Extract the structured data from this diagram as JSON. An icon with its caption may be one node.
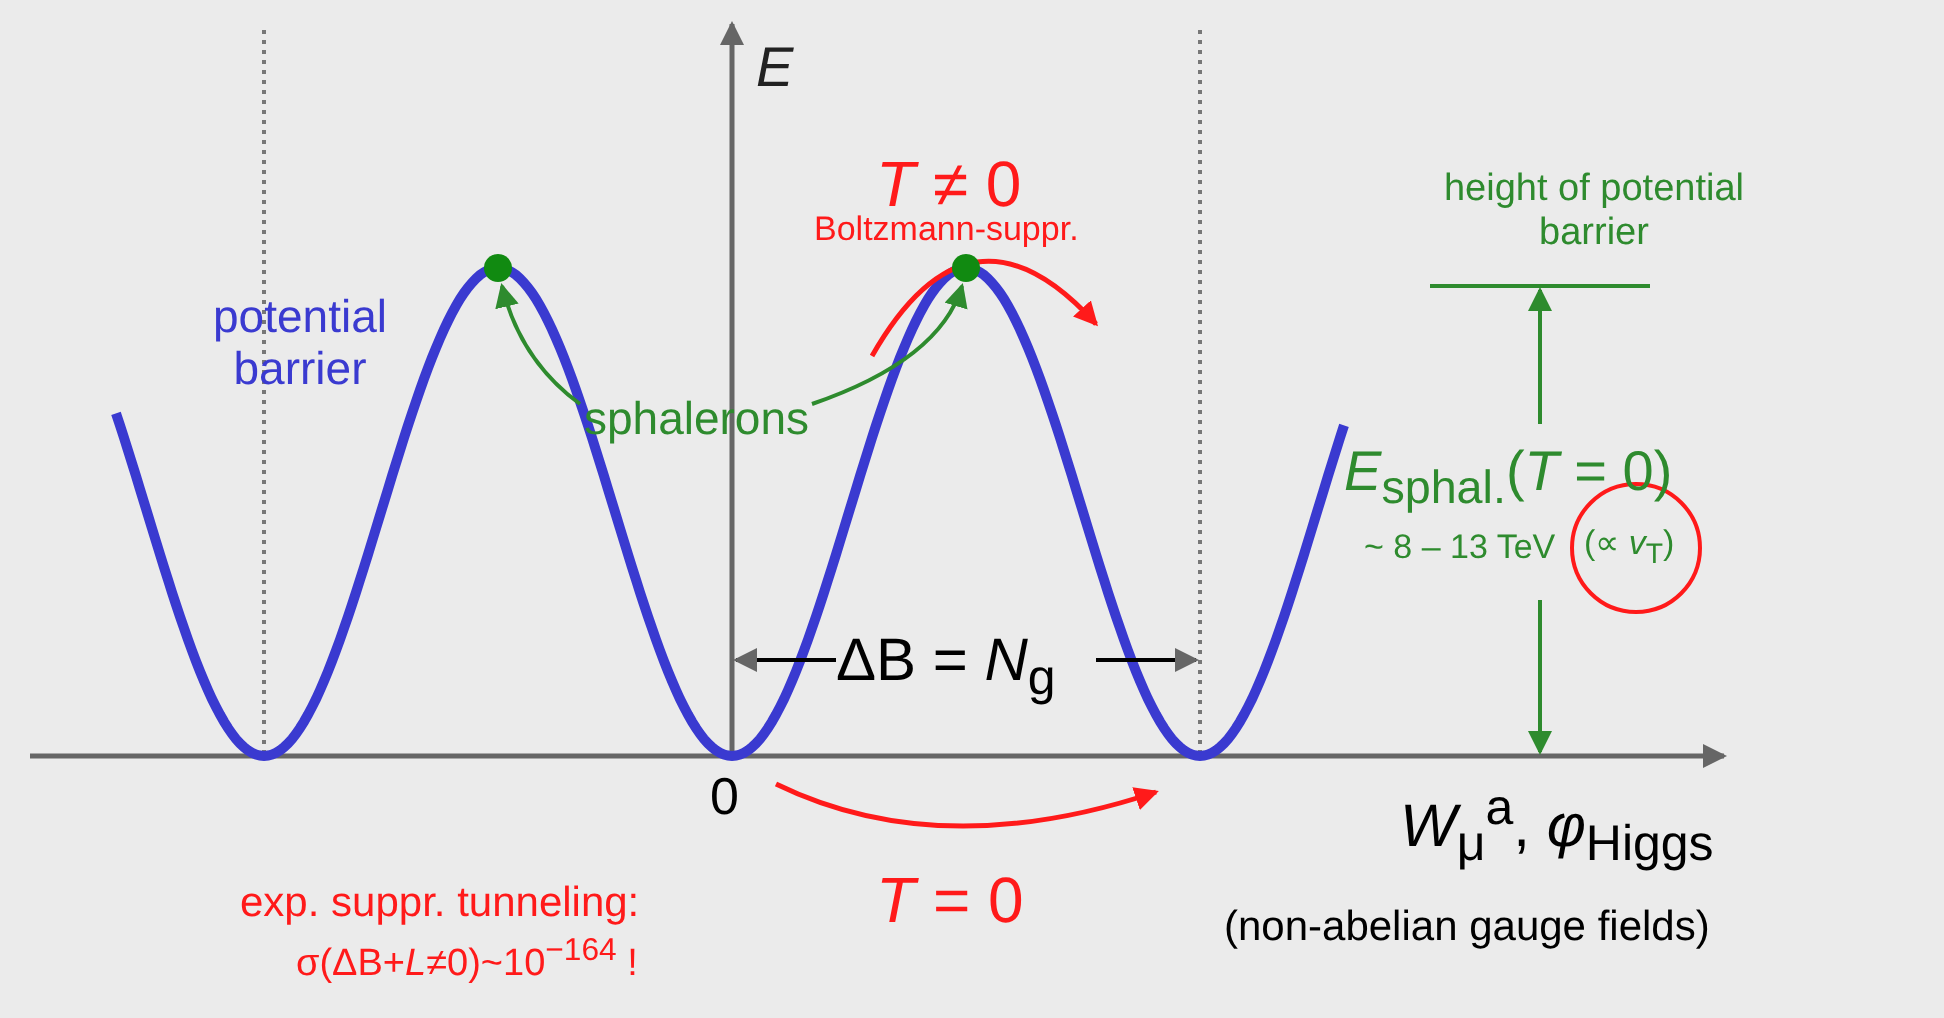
{
  "diagram": {
    "nodes": [
      {
        "text": [
          "sphalerons"
        ]
      },
      {
        "text": [],
        "shape": "circle"
      },
      {
        "text": [],
        "shape": "circle"
      }
    ],
    "edges": [
      {
        "from": 0,
        "to": 1,
        "arrow": "to"
      },
      {
        "from": 0,
        "to": 2,
        "arrow": "to"
      }
    ],
    "labels": [
      "*E*",
      "*T* ≠ 0",
      "Boltzmann-suppr.",
      "potential barrier",
      "height of potential barrier",
      "*E*$_{sphal.}$(*T* = 0)",
      "~ 8 – 13 TeV",
      "(∝ *v*$_{T}$)",
      "ΔB = *N*$_{g}$",
      "0",
      "*W*$_{μ}$$^{a}$, *φ*$_{Higgs}$",
      "exp. suppr. tunneling:",
      "σ(ΔB+*L*≠0)~10$^{−164}$ !",
      "*T* = 0",
      "(non-abelian gauge fields)"
    ]
  }
}
